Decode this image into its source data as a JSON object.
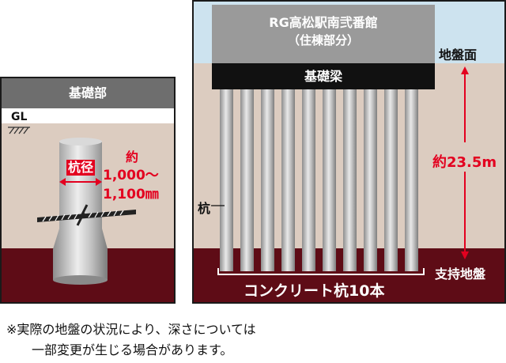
{
  "left_panel": {
    "header": "基礎部",
    "gl_label": "GL",
    "diameter_label": "杭径",
    "approx_label": "約",
    "diameter_line1": "1,000～",
    "diameter_line2": "1,100㎜"
  },
  "right_panel": {
    "building_name": "RG高松駅南弐番館",
    "building_sub": "（住棟部分）",
    "beam_label": "基礎梁",
    "ground_surface_label": "地盤面",
    "depth_label": "約23.5m",
    "pile_label": "杭",
    "bearing_layer_label": "支持地盤",
    "piles_caption": "コンクリート杭10本",
    "pile_count": 10
  },
  "footnote": {
    "line1": "※実際の地盤の状況により、深さについては",
    "line2": "一部変更が生じる場合があります。"
  },
  "colors": {
    "soil": "#dcccc0",
    "bedrock": "#5e0c16",
    "sky": "#cde3ef",
    "building": "#9a9a9a",
    "beam": "#111111",
    "accent_red": "#e3001f",
    "header_gray": "#6e6e6e"
  }
}
